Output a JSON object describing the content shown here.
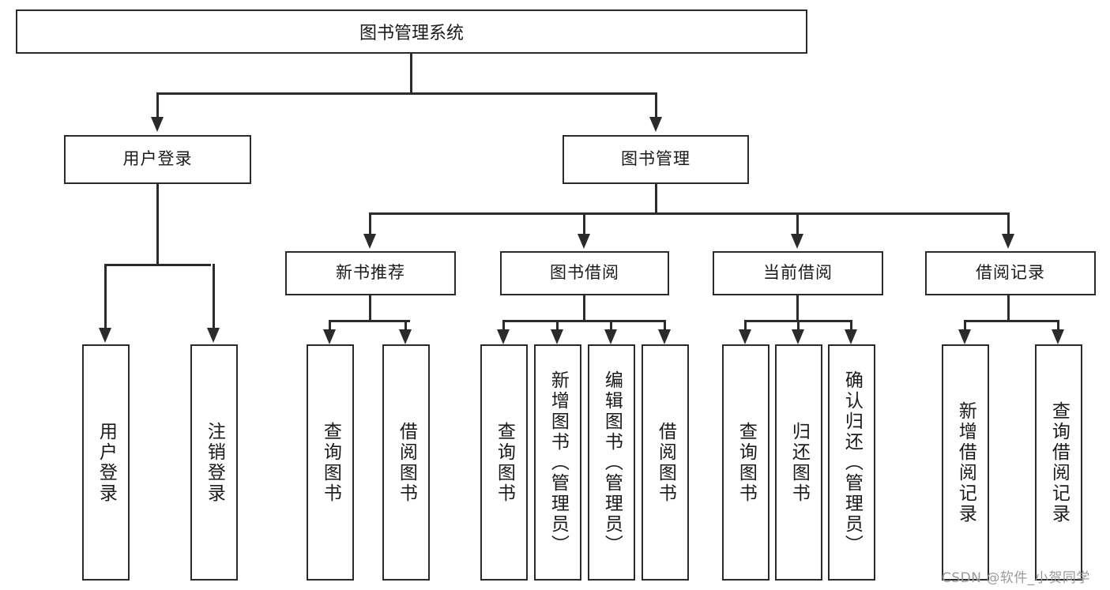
{
  "diagram": {
    "type": "hierarchy-tree",
    "title": "图书管理系统",
    "root": {
      "label": "图书管理系统"
    },
    "level2": [
      {
        "id": "user-login",
        "label": "用户登录"
      },
      {
        "id": "book-manage",
        "label": "图书管理"
      }
    ],
    "level3": [
      {
        "id": "new-book-recommend",
        "label": "新书推荐"
      },
      {
        "id": "book-borrow",
        "label": "图书借阅"
      },
      {
        "id": "current-borrow",
        "label": "当前借阅"
      },
      {
        "id": "borrow-record",
        "label": "借阅记录"
      }
    ],
    "leaves": {
      "user_login": [
        {
          "id": "leaf-user-login",
          "label": "用户登录"
        },
        {
          "id": "leaf-logout-login",
          "label": "注销登录"
        }
      ],
      "new_book_recommend": [
        {
          "id": "leaf-query-book-1",
          "label": "查询图书"
        },
        {
          "id": "leaf-borrow-book-1",
          "label": "借阅图书"
        }
      ],
      "book_borrow": [
        {
          "id": "leaf-query-book-2",
          "label": "查询图书"
        },
        {
          "id": "leaf-add-book",
          "label": "新增图书（管理员）"
        },
        {
          "id": "leaf-edit-book",
          "label": "编辑图书（管理员）"
        },
        {
          "id": "leaf-borrow-book-2",
          "label": "借阅图书"
        }
      ],
      "current_borrow": [
        {
          "id": "leaf-query-book-3",
          "label": "查询图书"
        },
        {
          "id": "leaf-return-book",
          "label": "归还图书"
        },
        {
          "id": "leaf-confirm-return",
          "label": "确认归还（管理员）"
        }
      ],
      "borrow_record": [
        {
          "id": "leaf-add-record",
          "label": "新增借阅记录"
        },
        {
          "id": "leaf-query-record",
          "label": "查询借阅记录"
        }
      ]
    }
  },
  "watermark": {
    "text": "CSDN @软件_小贺同学"
  },
  "colors": {
    "stroke": "#2b2b2b",
    "fill": "#ffffff",
    "text": "#1a1a1a",
    "watermark": "#9a9a9a"
  }
}
